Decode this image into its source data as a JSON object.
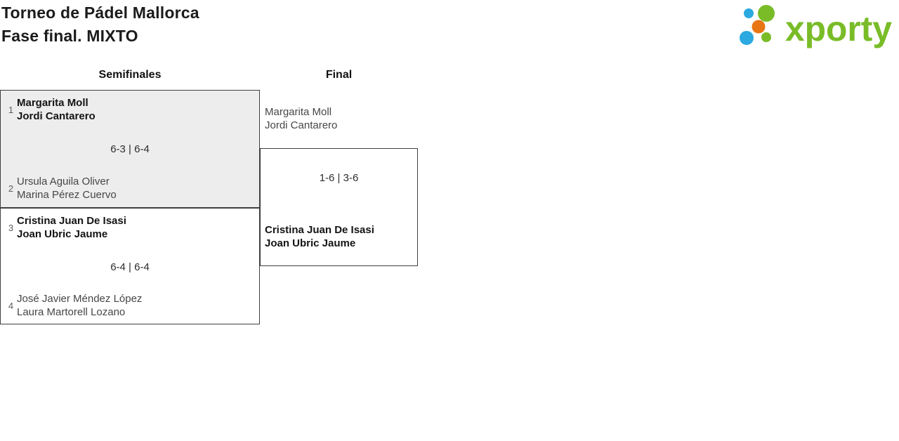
{
  "header": {
    "title": "Torneo de Pádel Mallorca",
    "subtitle": "Fase final. MIXTO"
  },
  "logo": {
    "text": "xporty",
    "colors": {
      "green": "#79bc28",
      "blue": "#2ba9e0",
      "orange": "#e87614"
    }
  },
  "bracket": {
    "rounds": [
      {
        "label": "Semifinales"
      },
      {
        "label": "Final"
      }
    ],
    "semifinals": [
      {
        "seed_top": "1",
        "team_top": {
          "players": [
            "Margarita Moll",
            "Jordi Cantarero"
          ],
          "winner": true
        },
        "score": "6-3 | 6-4",
        "seed_bottom": "2",
        "team_bottom": {
          "players": [
            "Ursula Aguila Oliver",
            "Marina Pérez Cuervo"
          ],
          "winner": false
        }
      },
      {
        "seed_top": "3",
        "team_top": {
          "players": [
            "Cristina Juan De Isasi",
            "Joan Ubric Jaume"
          ],
          "winner": true
        },
        "score": "6-4 | 6-4",
        "seed_bottom": "4",
        "team_bottom": {
          "players": [
            "José Javier Méndez López",
            "Laura Martorell Lozano"
          ],
          "winner": false
        }
      }
    ],
    "final": {
      "team_top": {
        "players": [
          "Margarita Moll",
          "Jordi Cantarero"
        ],
        "winner": false
      },
      "score": "1-6 | 3-6",
      "team_bottom": {
        "players": [
          "Cristina Juan De Isasi",
          "Joan Ubric Jaume"
        ],
        "winner": true
      }
    }
  }
}
